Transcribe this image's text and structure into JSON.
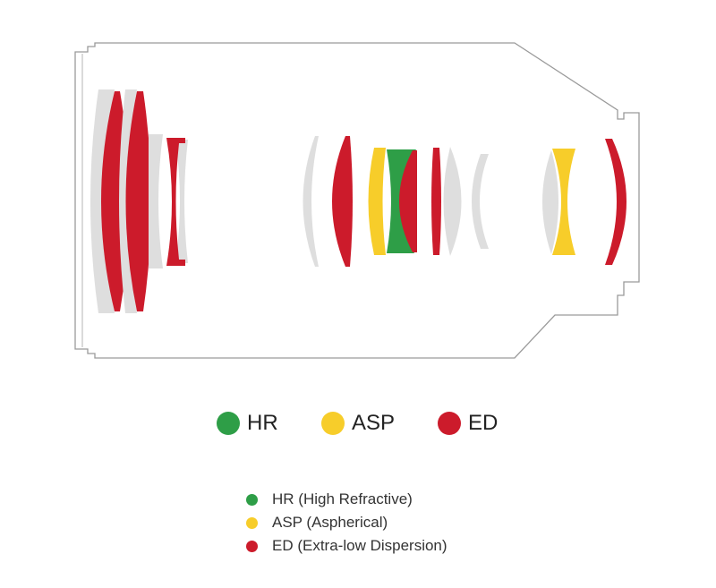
{
  "colors": {
    "hr": "#2e9e47",
    "asp": "#f7cd2a",
    "ed": "#cc1b2b",
    "plain": "#dedede",
    "outline": "#9a9a9a"
  },
  "legend_primary": [
    {
      "key": "hr",
      "label": "HR",
      "color": "#2e9e47"
    },
    {
      "key": "asp",
      "label": "ASP",
      "color": "#f7cd2a"
    },
    {
      "key": "ed",
      "label": "ED",
      "color": "#cc1b2b"
    }
  ],
  "legend_secondary": [
    {
      "key": "hr",
      "label": "HR (High Refractive)",
      "color": "#2e9e47"
    },
    {
      "key": "asp",
      "label": "ASP (Aspherical)",
      "color": "#f7cd2a"
    },
    {
      "key": "ed",
      "label": "ED (Extra-low Dispersion)",
      "color": "#cc1b2b"
    }
  ],
  "lens_elements": [
    {
      "id": 1,
      "type": "plain"
    },
    {
      "id": 2,
      "type": "ed"
    },
    {
      "id": 3,
      "type": "plain"
    },
    {
      "id": 4,
      "type": "ed"
    },
    {
      "id": 5,
      "type": "plain"
    },
    {
      "id": 6,
      "type": "plain"
    },
    {
      "id": 7,
      "type": "ed"
    },
    {
      "id": 8,
      "type": "plain"
    },
    {
      "id": 9,
      "type": "ed"
    },
    {
      "id": 10,
      "type": "asp"
    },
    {
      "id": 11,
      "type": "hr"
    },
    {
      "id": 12,
      "type": "ed"
    },
    {
      "id": 13,
      "type": "ed"
    },
    {
      "id": 14,
      "type": "plain"
    },
    {
      "id": 15,
      "type": "plain"
    },
    {
      "id": 16,
      "type": "plain"
    },
    {
      "id": 17,
      "type": "asp"
    },
    {
      "id": 18,
      "type": "ed"
    }
  ]
}
